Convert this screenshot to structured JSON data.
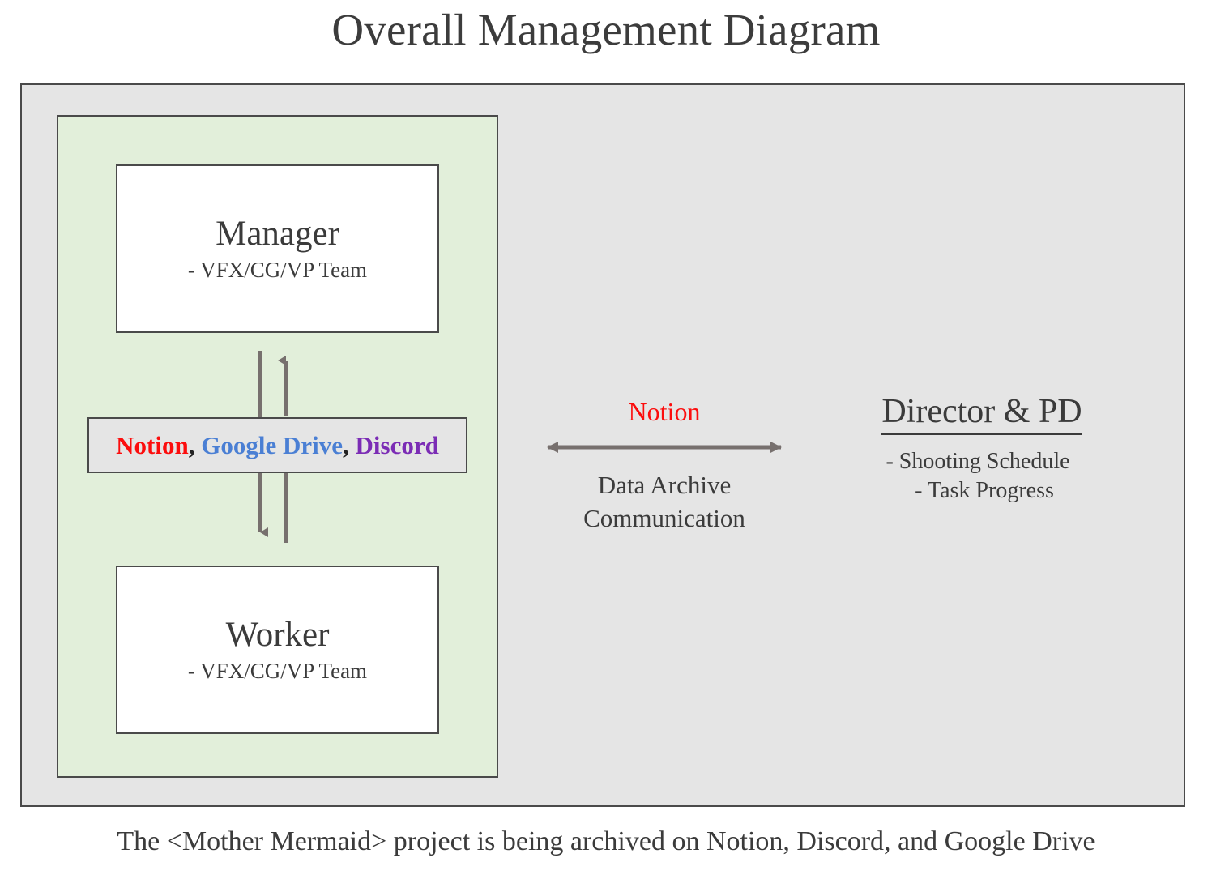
{
  "page": {
    "title": "Overall Management Diagram",
    "footer_caption": "The <Mother Mermaid> project is being archived on Notion, Discord, and Google Drive"
  },
  "colors": {
    "notion_red": "#fc0d0d",
    "google_drive_blue": "#4a7fd4",
    "discord_purple": "#7b2cb5",
    "arrow_gray": "#77706e",
    "panel_gray": "#e5e5e5",
    "team_panel_green": "#e2efda",
    "border_dark": "#4a4a4a",
    "text_dark": "#3b3b3b"
  },
  "team_panel": {
    "manager": {
      "title": "Manager",
      "subtitle": "- VFX/CG/VP Team"
    },
    "worker": {
      "title": "Worker",
      "subtitle": "- VFX/CG/VP Team"
    },
    "tools": {
      "items": [
        "Notion",
        "Google Drive",
        "Discord"
      ],
      "separator": ", "
    }
  },
  "center": {
    "tool_label": "Notion",
    "caption_line_1": "Data Archive",
    "caption_line_2": "Communication",
    "arrow_direction": "bidirectional"
  },
  "director": {
    "title": "Director & PD",
    "lines": [
      "- Shooting Schedule",
      "- Task Progress"
    ]
  },
  "icons": {
    "up_arrow": "up-arrow-icon",
    "down_arrow": "down-arrow-icon",
    "double_arrow": "double-headed-arrow-icon"
  }
}
